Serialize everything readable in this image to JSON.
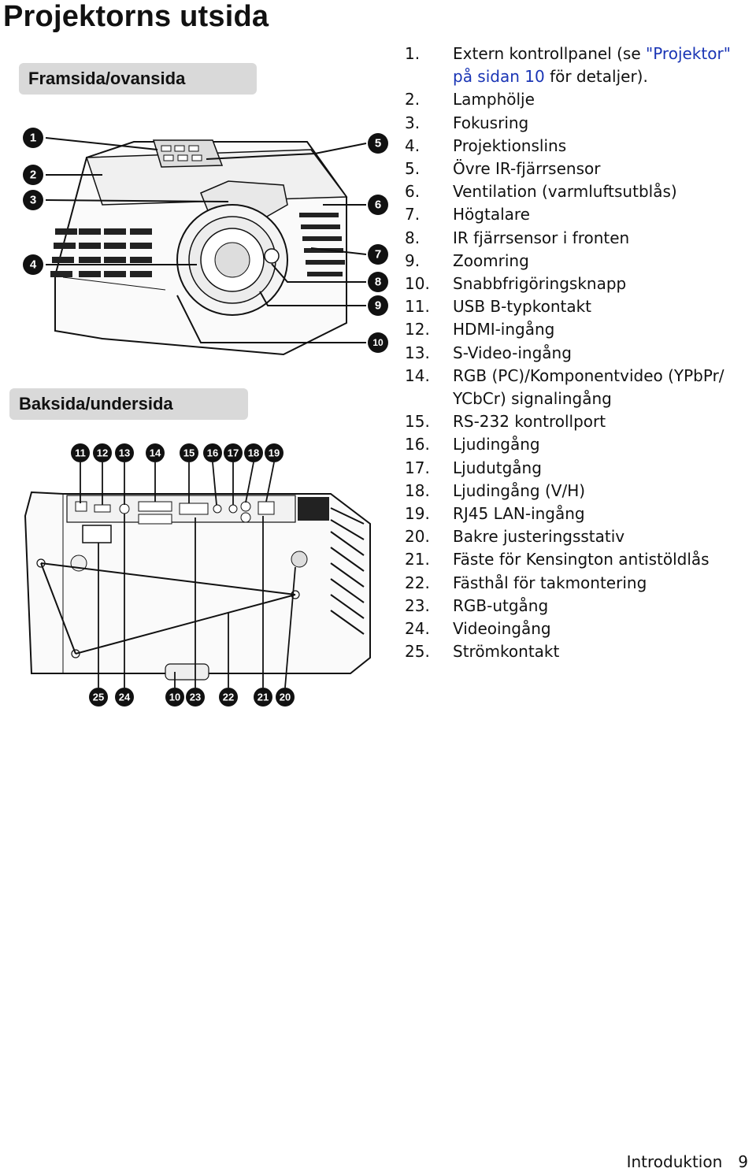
{
  "page": {
    "title": "Projektorns utsida",
    "front_label": "Framsida/ovansida",
    "back_label": "Baksida/undersida"
  },
  "front_callouts": [
    "1",
    "2",
    "3",
    "4",
    "5",
    "6",
    "7",
    "8",
    "9",
    "10"
  ],
  "back_callouts_top": [
    "11",
    "12",
    "13",
    "14",
    "15",
    "16",
    "17",
    "18",
    "19"
  ],
  "back_callouts_bottom": [
    "25",
    "24",
    "10",
    "23",
    "22",
    "21",
    "20"
  ],
  "parts": [
    {
      "num": "1.",
      "text": "Extern kontrollpanel (se ",
      "link": "\"Projektor\" på sidan 10",
      "after": " för detaljer)."
    },
    {
      "num": "2.",
      "text": "Lamphölje"
    },
    {
      "num": "3.",
      "text": "Fokusring"
    },
    {
      "num": "4.",
      "text": "Projektionslins"
    },
    {
      "num": "5.",
      "text": "Övre IR-fjärrsensor"
    },
    {
      "num": "6.",
      "text": "Ventilation (varmluftsutblås)"
    },
    {
      "num": "7.",
      "text": "Högtalare"
    },
    {
      "num": "8.",
      "text": "IR fjärrsensor i fronten"
    },
    {
      "num": "9.",
      "text": "Zoomring"
    },
    {
      "num": "10.",
      "text": "Snabbfrigöringsknapp"
    },
    {
      "num": "11.",
      "text": "USB B-typkontakt"
    },
    {
      "num": "12.",
      "text": "HDMI-ingång"
    },
    {
      "num": "13.",
      "text": "S-Video-ingång"
    },
    {
      "num": "14.",
      "text": "RGB (PC)/Komponentvideo (YPbPr/ YCbCr) signalingång"
    },
    {
      "num": "15.",
      "text": "RS-232 kontrollport"
    },
    {
      "num": "16.",
      "text": "Ljudingång"
    },
    {
      "num": "17.",
      "text": "Ljudutgång"
    },
    {
      "num": "18.",
      "text": "Ljudingång (V/H)"
    },
    {
      "num": "19.",
      "text": "RJ45 LAN-ingång"
    },
    {
      "num": "20.",
      "text": "Bakre justeringsstativ"
    },
    {
      "num": "21.",
      "text": "Fäste för Kensington antistöldlås"
    },
    {
      "num": "22.",
      "text": "Fästhål för takmontering"
    },
    {
      "num": "23.",
      "text": "RGB-utgång"
    },
    {
      "num": "24.",
      "text": "Videoingång"
    },
    {
      "num": "25.",
      "text": "Strömkontakt"
    }
  ],
  "footer": {
    "section": "Introduktion",
    "page_number": "9"
  }
}
